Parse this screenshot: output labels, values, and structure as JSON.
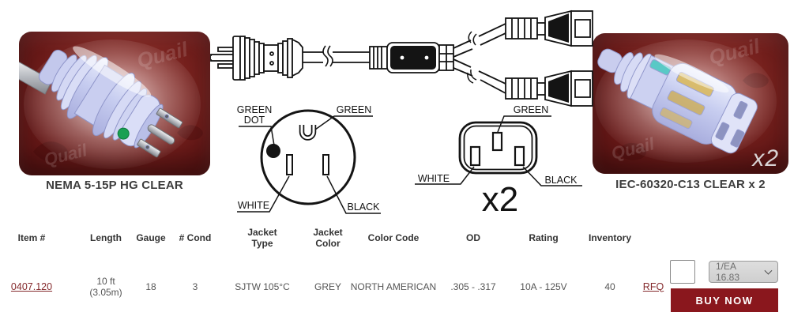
{
  "cards": {
    "left": {
      "caption": "NEMA 5-15P HG CLEAR",
      "watermark": "Quail"
    },
    "right": {
      "caption": "IEC-60320-C13 CLEAR x 2",
      "watermark": "Quail",
      "multiplier": "x2"
    }
  },
  "diagram_nema": {
    "label_green_dot_1": "GREEN",
    "label_green_dot_2": "DOT",
    "label_green": "GREEN",
    "label_white": "WHITE",
    "label_black": "BLACK"
  },
  "diagram_c13": {
    "label_green": "GREEN",
    "label_white": "WHITE",
    "label_black": "BLACK",
    "multiplier": "x2"
  },
  "table": {
    "headers": [
      "Item #",
      "Length",
      "Gauge",
      "# Cond",
      "Jacket Type",
      "Jacket Color",
      "Color Code",
      "OD",
      "Rating",
      "Inventory"
    ],
    "row": {
      "item_number": "0407.120",
      "length": "10 ft (3.05m)",
      "gauge": "18",
      "cond": "3",
      "jacket_type": "SJTW 105°C",
      "jacket_color": "GREY",
      "color_code": "NORTH AMERICAN",
      "od": ".305 - .317",
      "rating": "10A - 125V",
      "inventory": "40",
      "rfq": "RFQ"
    }
  },
  "purchase": {
    "quantity": "",
    "unit_price_option": "1/EA 16.83",
    "buy_now": "BUY NOW"
  },
  "colors": {
    "brand_red": "#8a171d",
    "card_background_red": "#6a1a18",
    "link_red": "#84292c",
    "select_gray": "#d6d6d6"
  }
}
